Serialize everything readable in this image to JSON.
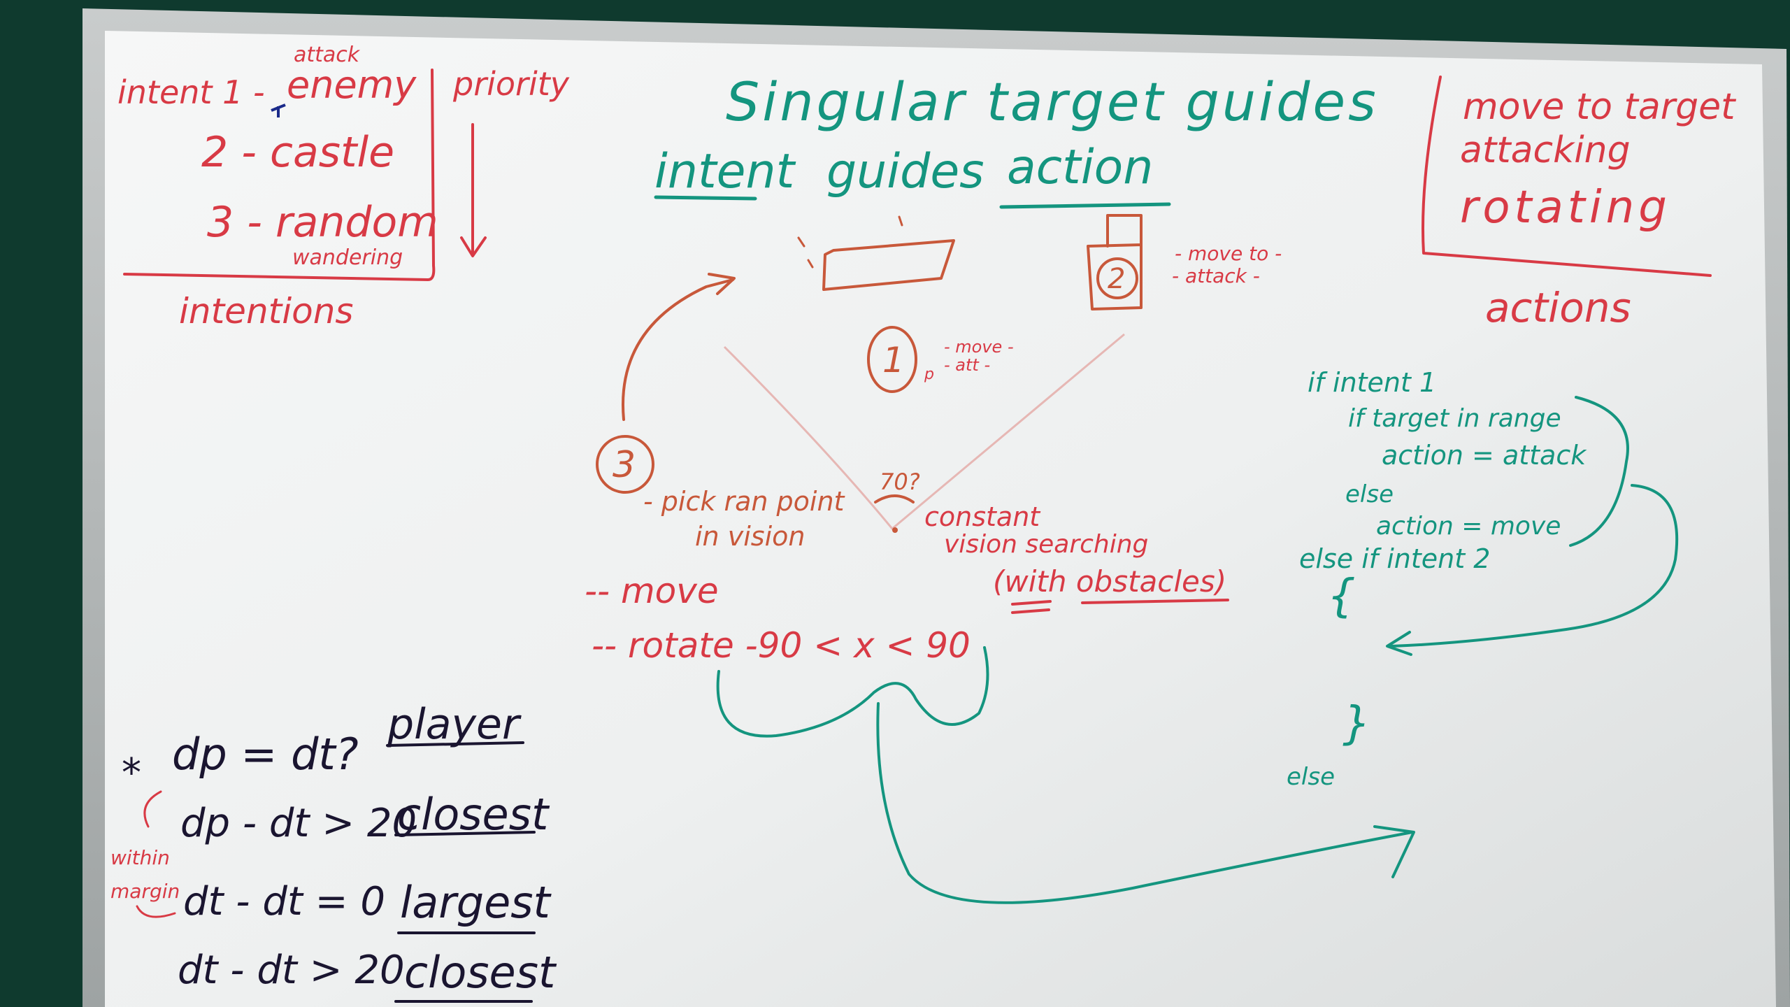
{
  "board": {
    "intentions_box": {
      "line1": "intent 1 -",
      "line1_target": "enemy",
      "line1_note": "attack",
      "line2": "2 - castle",
      "line3": "3 - random",
      "line3_note": "wandering",
      "priority": "priority",
      "caption": "intentions"
    },
    "title": {
      "line1": "Singular target guides",
      "line2_a": "intent",
      "line2_b": "guides",
      "line2_c": "action"
    },
    "actions_box": {
      "line1": "move to target",
      "line2": "attacking",
      "line3": "rotating",
      "caption": "actions"
    },
    "diagram": {
      "circle1": "1",
      "circle1_note_a": "- move -",
      "circle1_note_b": "- att -",
      "circle1_p": "p",
      "circle2": "2",
      "circle2_note_a": "- move to -",
      "circle2_note_b": "- attack -",
      "circle3": "3",
      "angle": "70?",
      "pick_line1": "- pick ran point",
      "pick_line2": "in vision",
      "constant_line1": "constant",
      "constant_line2": "vision searching",
      "obstacles": "(with obstacles)",
      "move": "-- move",
      "rotate": "-- rotate -90 < x < 90"
    },
    "pseudocode": {
      "l1": "if intent 1",
      "l2": "if target in range",
      "l3": "action = attack",
      "l4": "else",
      "l5": "action = move",
      "l6": "else if intent 2",
      "l7": "{",
      "l8": "}",
      "l9": "else"
    },
    "targeting": {
      "r1_expr": "dp = dt?",
      "r1_result": "player",
      "r2_expr": "dp - dt > 20",
      "r2_result": "closest",
      "r3_expr": "dt - dt = 0",
      "r3_result": "largest",
      "r4_expr": "dt - dt > 20",
      "r4_result": "closest",
      "margin_note_a": "within",
      "margin_note_b": "margin",
      "star": "*"
    }
  }
}
